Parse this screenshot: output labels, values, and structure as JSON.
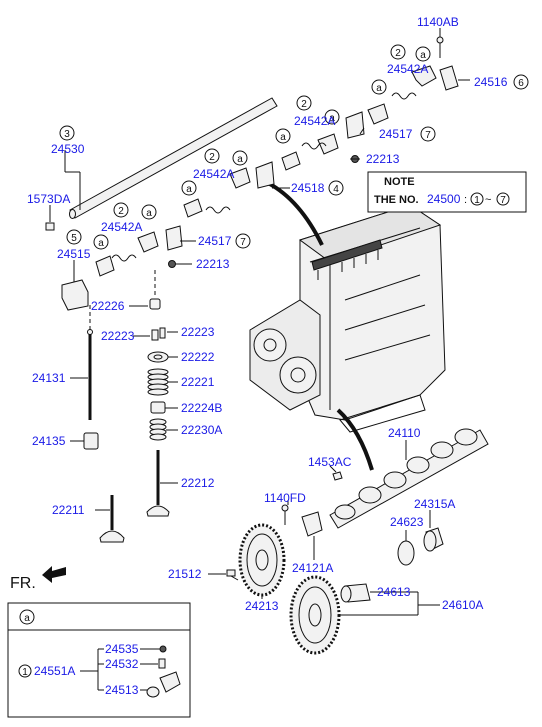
{
  "note": {
    "title": "NOTE",
    "text1": "THE NO.",
    "base": "24500",
    "sep": ":",
    "from": "1",
    "tilde": "~",
    "to": "7"
  },
  "front_label": "FR.",
  "inset": {
    "header": "a",
    "group_no": "1",
    "group_pn": "24551A",
    "p1": "24535",
    "p2": "24532",
    "p3": "24513"
  },
  "circles": {
    "a": "a",
    "c1": "1",
    "c2": "2",
    "c3": "3",
    "c4": "4",
    "c5": "5",
    "c6": "6",
    "c7": "7"
  },
  "parts": {
    "p1140AB": "1140AB",
    "p24542A": "24542A",
    "p24516": "24516",
    "p24517": "24517",
    "p22213": "22213",
    "p24518": "24518",
    "p24530": "24530",
    "p1573DA": "1573DA",
    "p24515": "24515",
    "p22226": "22226",
    "p22223": "22223",
    "p24131": "24131",
    "p22222": "22222",
    "p22221": "22221",
    "p22224B": "22224B",
    "p24135": "24135",
    "p22230A": "22230A",
    "p22212": "22212",
    "p22211": "22211",
    "p24110": "24110",
    "p1453AC": "1453AC",
    "p1140FD": "1140FD",
    "p24315A": "24315A",
    "p24623": "24623",
    "p24121A": "24121A",
    "p21512": "21512",
    "p24213": "24213",
    "p24613": "24613",
    "p24610A": "24610A"
  }
}
